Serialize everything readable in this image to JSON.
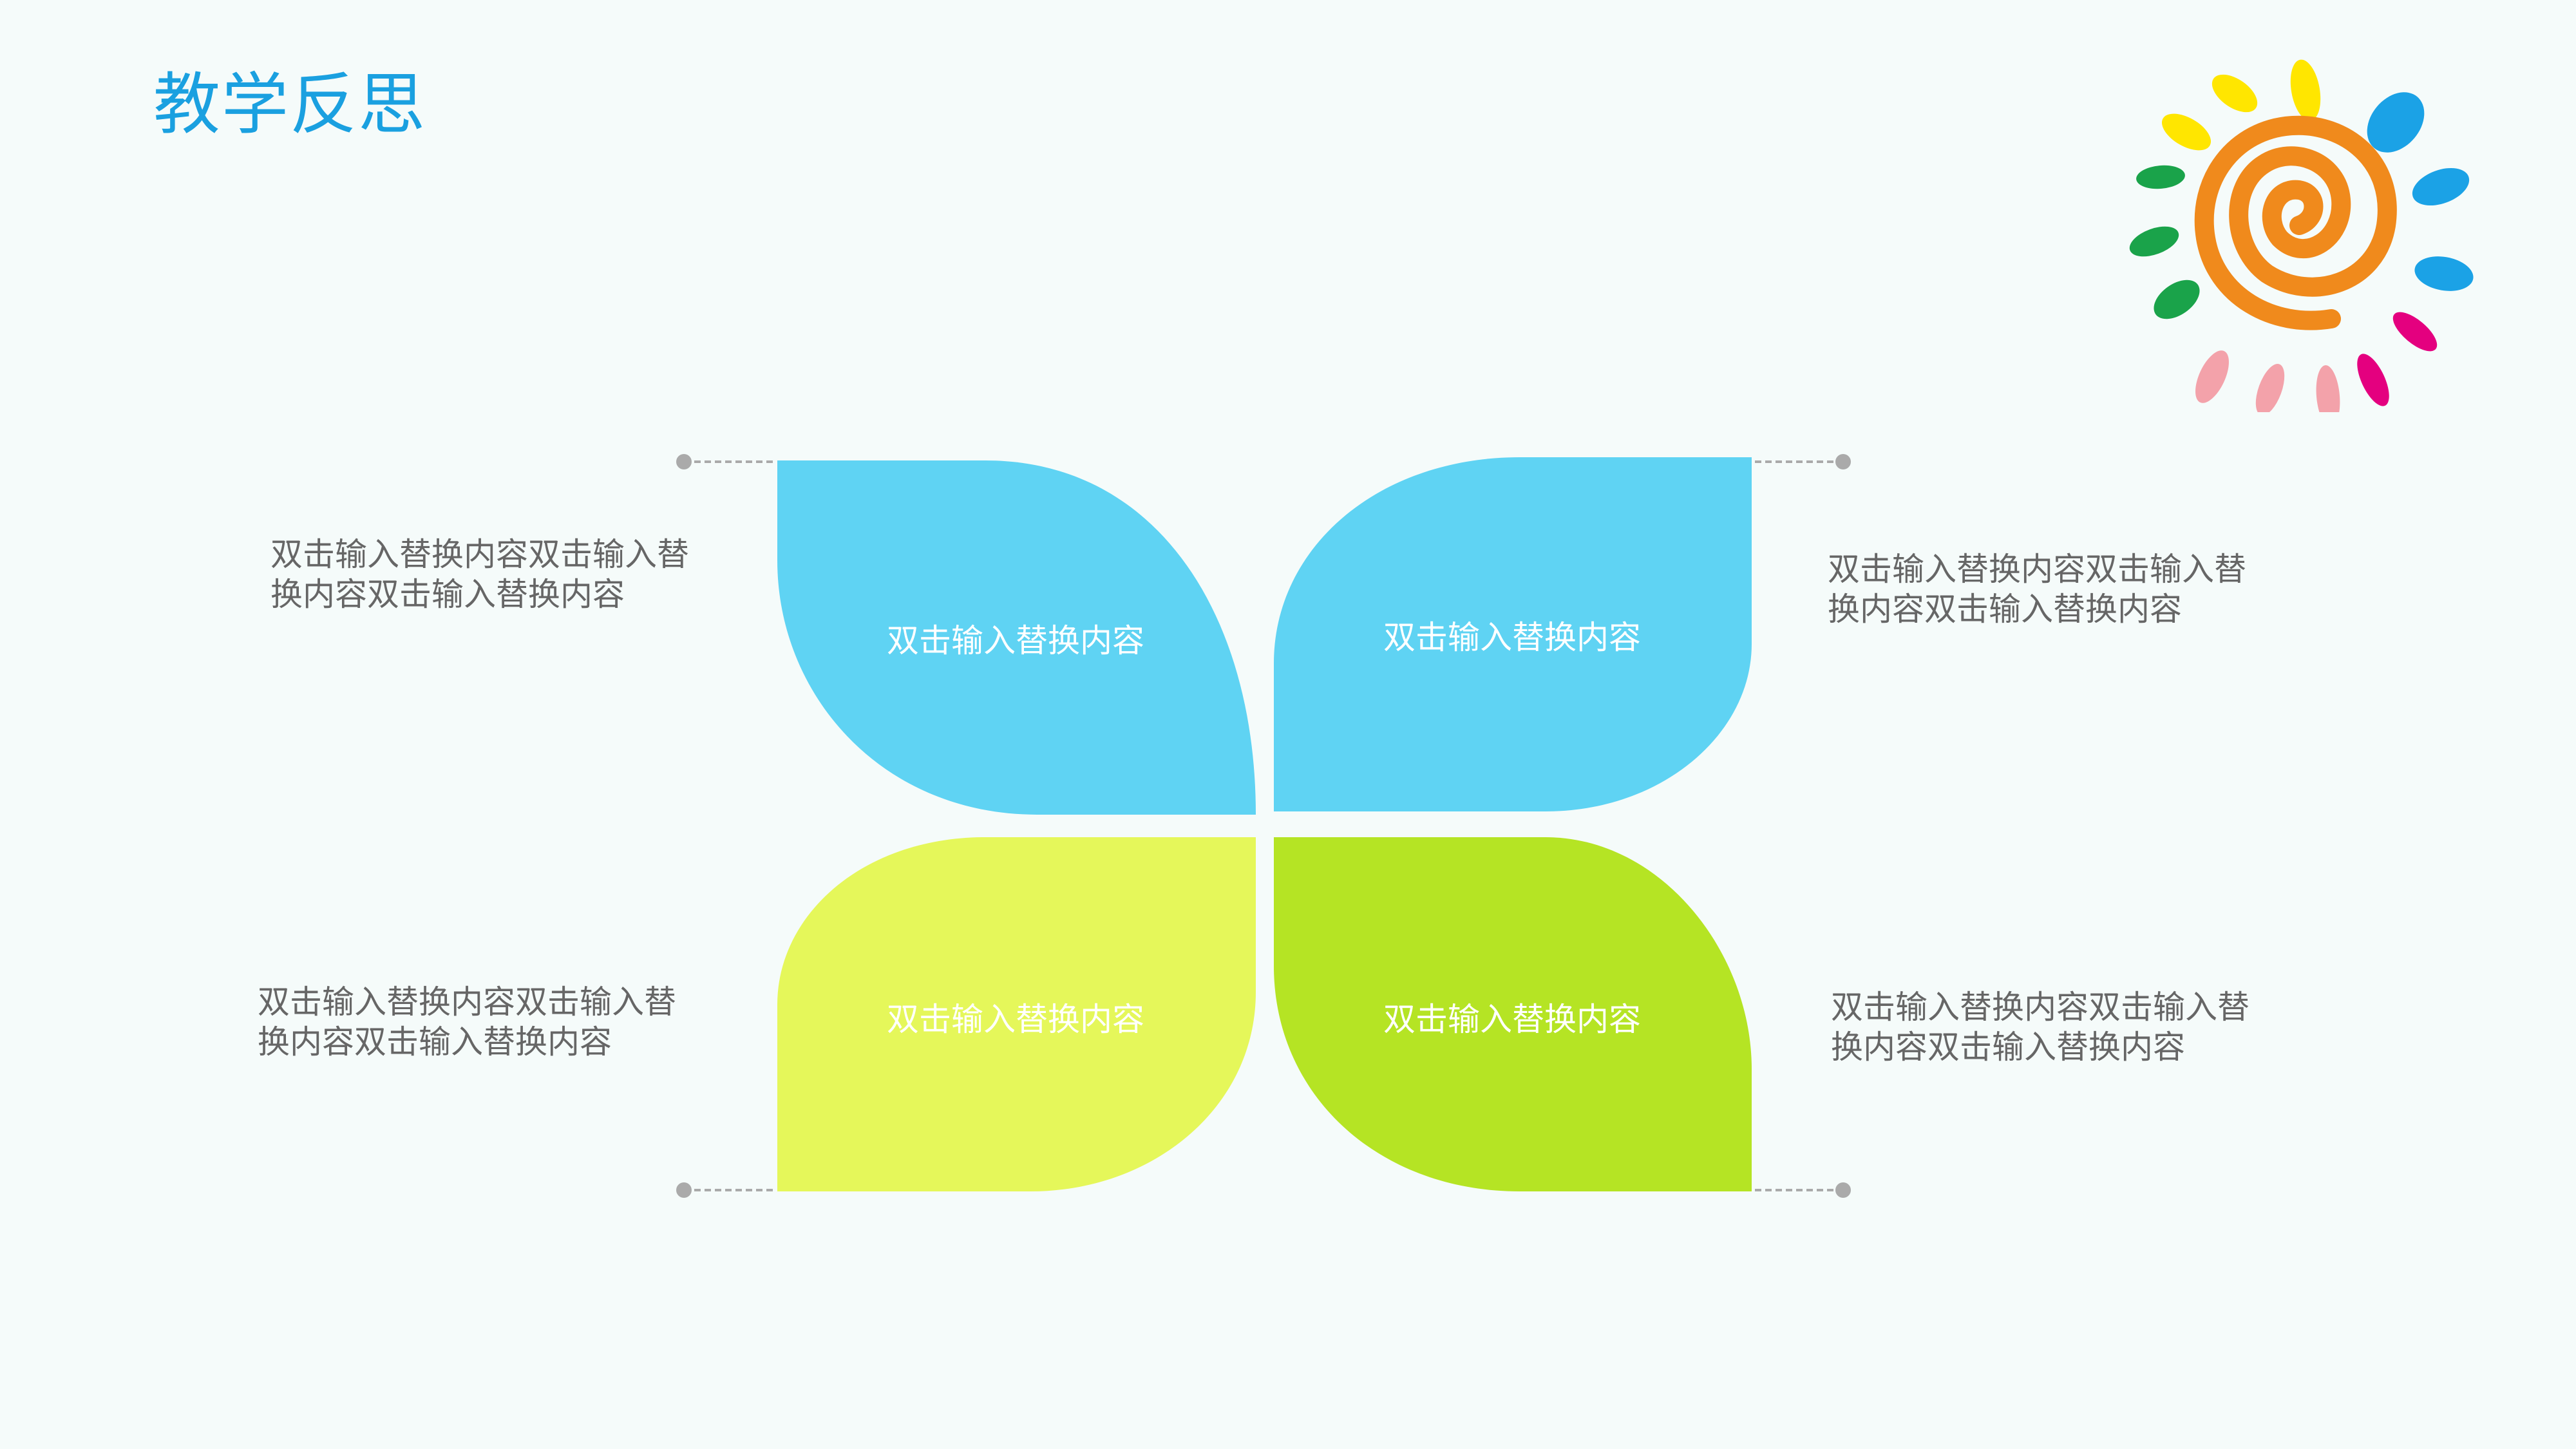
{
  "slide": {
    "title": "教学反思"
  },
  "petals": [
    {
      "label": "双击输入替换内容",
      "color": "#5fd3f3"
    },
    {
      "label": "双击输入替换内容",
      "color": "#5fd3f3"
    },
    {
      "label": "双击输入替换内容",
      "color": "#e5f75a"
    },
    {
      "label": "双击输入替换内容",
      "color": "#b5e424"
    }
  ],
  "notes": [
    {
      "text": "双击输入替换内容双击输入替换内容双击输入替换内容"
    },
    {
      "text": "双击输入替换内容双击输入替换内容双击输入替换内容"
    },
    {
      "text": "双击输入替换内容双击输入替换内容双击输入替换内容"
    },
    {
      "text": "双击输入替换内容双击输入替换内容双击输入替换内容"
    }
  ],
  "colors": {
    "title": "#1aa0e0",
    "note_text": "#666666",
    "connector": "#aaaaaa",
    "background": "#f5fbfa"
  },
  "icons": {
    "sun": "spiral-sun-icon"
  }
}
